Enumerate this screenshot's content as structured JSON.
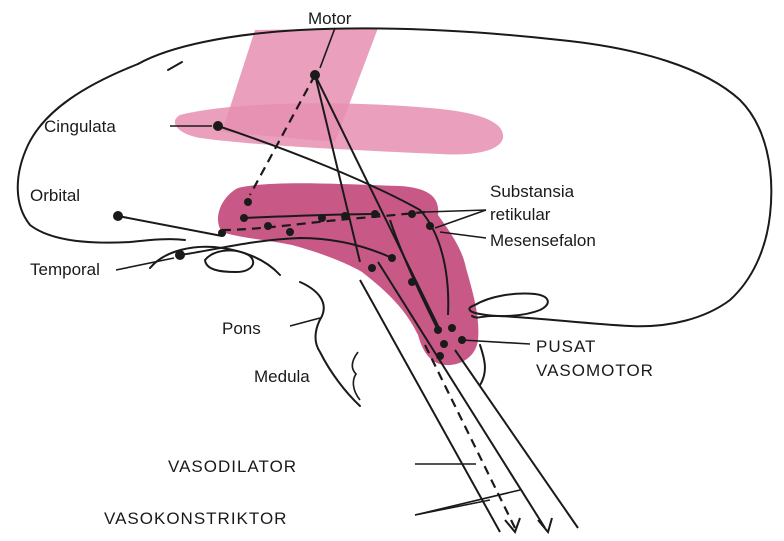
{
  "labels": {
    "motor": "Motor",
    "cingulata": "Cingulata",
    "orbital": "Orbital",
    "temporal": "Temporal",
    "substansia": "Substansia",
    "retikular": "retikular",
    "mesensefalon": "Mesensefalon",
    "pons": "Pons",
    "medula": "Medula",
    "pusat": "PUSAT",
    "vasomotor": "VASOMOTOR",
    "vasodilator": "VASODILATOR",
    "vasokonstriktor": "VASOKONSTRIKTOR"
  },
  "colors": {
    "cortex_region": "#e68fb0",
    "reticular_region": "#c2477a",
    "ink": "#1a1a1a"
  }
}
